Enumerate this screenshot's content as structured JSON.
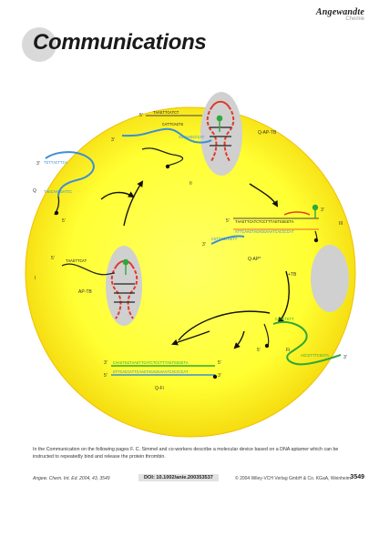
{
  "header": {
    "brand": "Angewandte",
    "brand_sub": "Chemie"
  },
  "page_title": "Communications",
  "figure": {
    "labels": {
      "state_Q_AP_TB": "Q-AP-TB",
      "state_II": "II",
      "state_III": "III",
      "state_Q_AP": "Q-AP*",
      "plus_TB": "+TB",
      "state_Q": "Q",
      "state_I": "I",
      "state_AP_TB": "AP-TB",
      "state_Fi": "Fi",
      "state_Q_Fi": "Q-Fi",
      "end_3": "3'",
      "end_5": "5'"
    },
    "sequences": {
      "top_strand": "TAAGTTCATCT",
      "top_strand_2": "CATTCAGTG",
      "top_blue": "ACGAAGCCCAT",
      "q_blue_1": "TGTTACTTCA",
      "q_blue_2": "TAGCAAGGATCC",
      "mid_upper": "TAAGTTCATCTCCTTTAGTGGGGTA",
      "mid_lower": "ATTCAAGTAGAGGAAATCACCCCAT",
      "mid_small": "CGTTACTGGTT",
      "left_seq": "TAAGTTCAT",
      "fi_seq_1": "CAAGTGTT",
      "fi_seq_2": "ACCGTTTCGGTA",
      "bottom_upper": "CAAGTGGTAAGTTCATCTCCTTTAGTGGGGTA",
      "bottom_lower": "GTTCACCATTCAAGTAGAGGAAATCACCCCAT"
    }
  },
  "caption": "In the Communication on the following pages F. C. Simmel and co-workers describe a molecular device based on a DNA aptamer which can be instructed to repeatedly bind and release the protein thrombin.",
  "footer": {
    "journal": "Angew. Chem. Int. Ed. 2004, 43, 3549",
    "doi": "DOI: 10.1002/anie.200353537",
    "copyright": "© 2004 Wiley-VCH Verlag GmbH & Co. KGaA, Weinheim",
    "page": "3549"
  },
  "colors": {
    "circle_fill": "#ffff33",
    "circle_edge": "#f3c400",
    "dna_blue": "#3d8fd6",
    "dna_green": "#2fa83a",
    "dna_red": "#e0392b",
    "bubble": "#cfcfcf"
  }
}
